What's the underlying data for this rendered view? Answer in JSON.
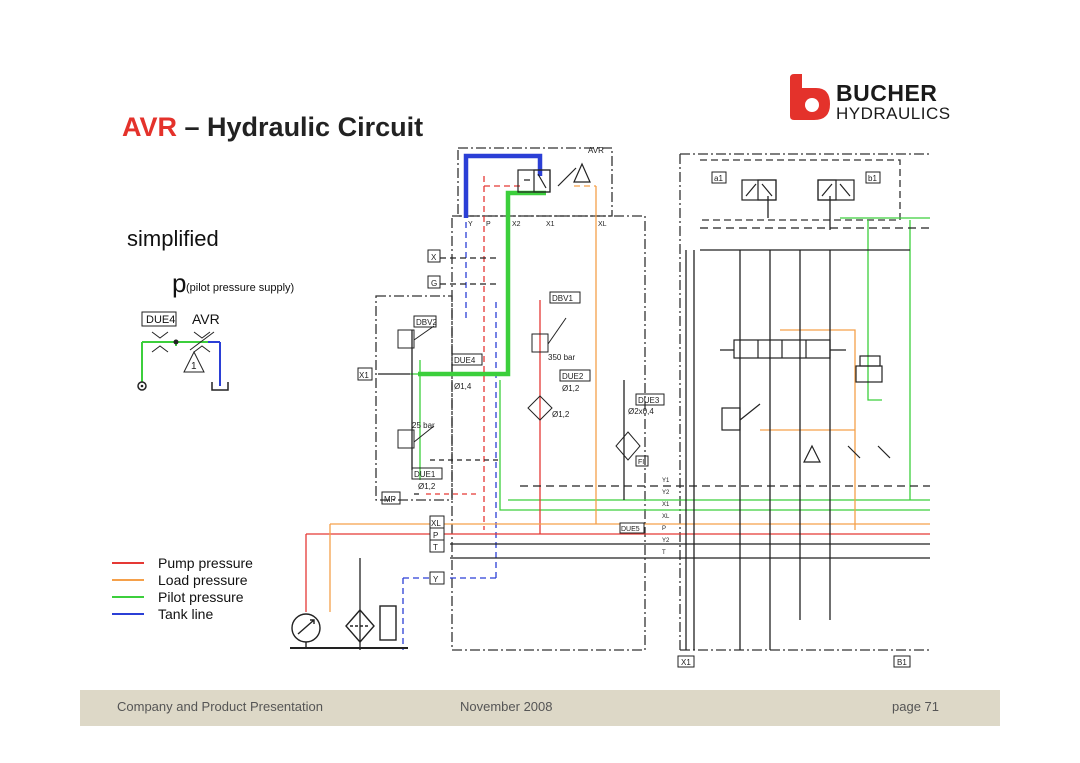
{
  "slide": {
    "title_brand": "AVR",
    "title_rest": " – Hydraulic Circuit",
    "subtitle": "simplified",
    "pilot_symbol": "p",
    "pilot_label": "(pilot pressure supply)",
    "mini_labels": {
      "due4": "DUE4",
      "avr": "AVR"
    }
  },
  "logo": {
    "line1": "BUCHER",
    "line2": "HYDRAULICS",
    "color": "#e4322b"
  },
  "legend": [
    {
      "label": "Pump pressure",
      "color": "#e53935"
    },
    {
      "label": "Load pressure",
      "color": "#f5a04a"
    },
    {
      "label": "Pilot pressure",
      "color": "#3ccf3c"
    },
    {
      "label": "Tank line",
      "color": "#2b3fd6"
    }
  ],
  "diagram": {
    "avr_box": "AVR",
    "ports_top": {
      "y": "Y",
      "p": "P",
      "x2": "X2",
      "x1": "X1",
      "xl": "XL"
    },
    "port_x": "X",
    "port_g": "G",
    "port_x1": "X1",
    "port_mp": "MP",
    "dbv1": "DBV1",
    "dbv2": "DBV2",
    "due1": "DUE1",
    "due2": "DUE2",
    "due3": "DUE3",
    "due4": "DUE4",
    "due5": "DUE5",
    "fi": "FI",
    "bar350": "350 bar",
    "bar25": "25 bar",
    "d14": "Ø1,4",
    "d12a": "Ø1,2",
    "d12b": "Ø1,2",
    "d12c": "Ø1,2",
    "d204": "Ø2x0,4",
    "left_ports": {
      "xl": "XL",
      "p": "P",
      "t": "T",
      "y": "Y"
    },
    "mid_ports": [
      "Y1",
      "Y2",
      "X1",
      "XL",
      "P",
      "Y2",
      "T"
    ],
    "valve_a1": "a1",
    "valve_b1": "b1",
    "bottom_x1": "X1",
    "bottom_b1": "B1"
  },
  "footer": {
    "left": "Company and Product Presentation",
    "center": "November 2008",
    "right": "page 71"
  }
}
